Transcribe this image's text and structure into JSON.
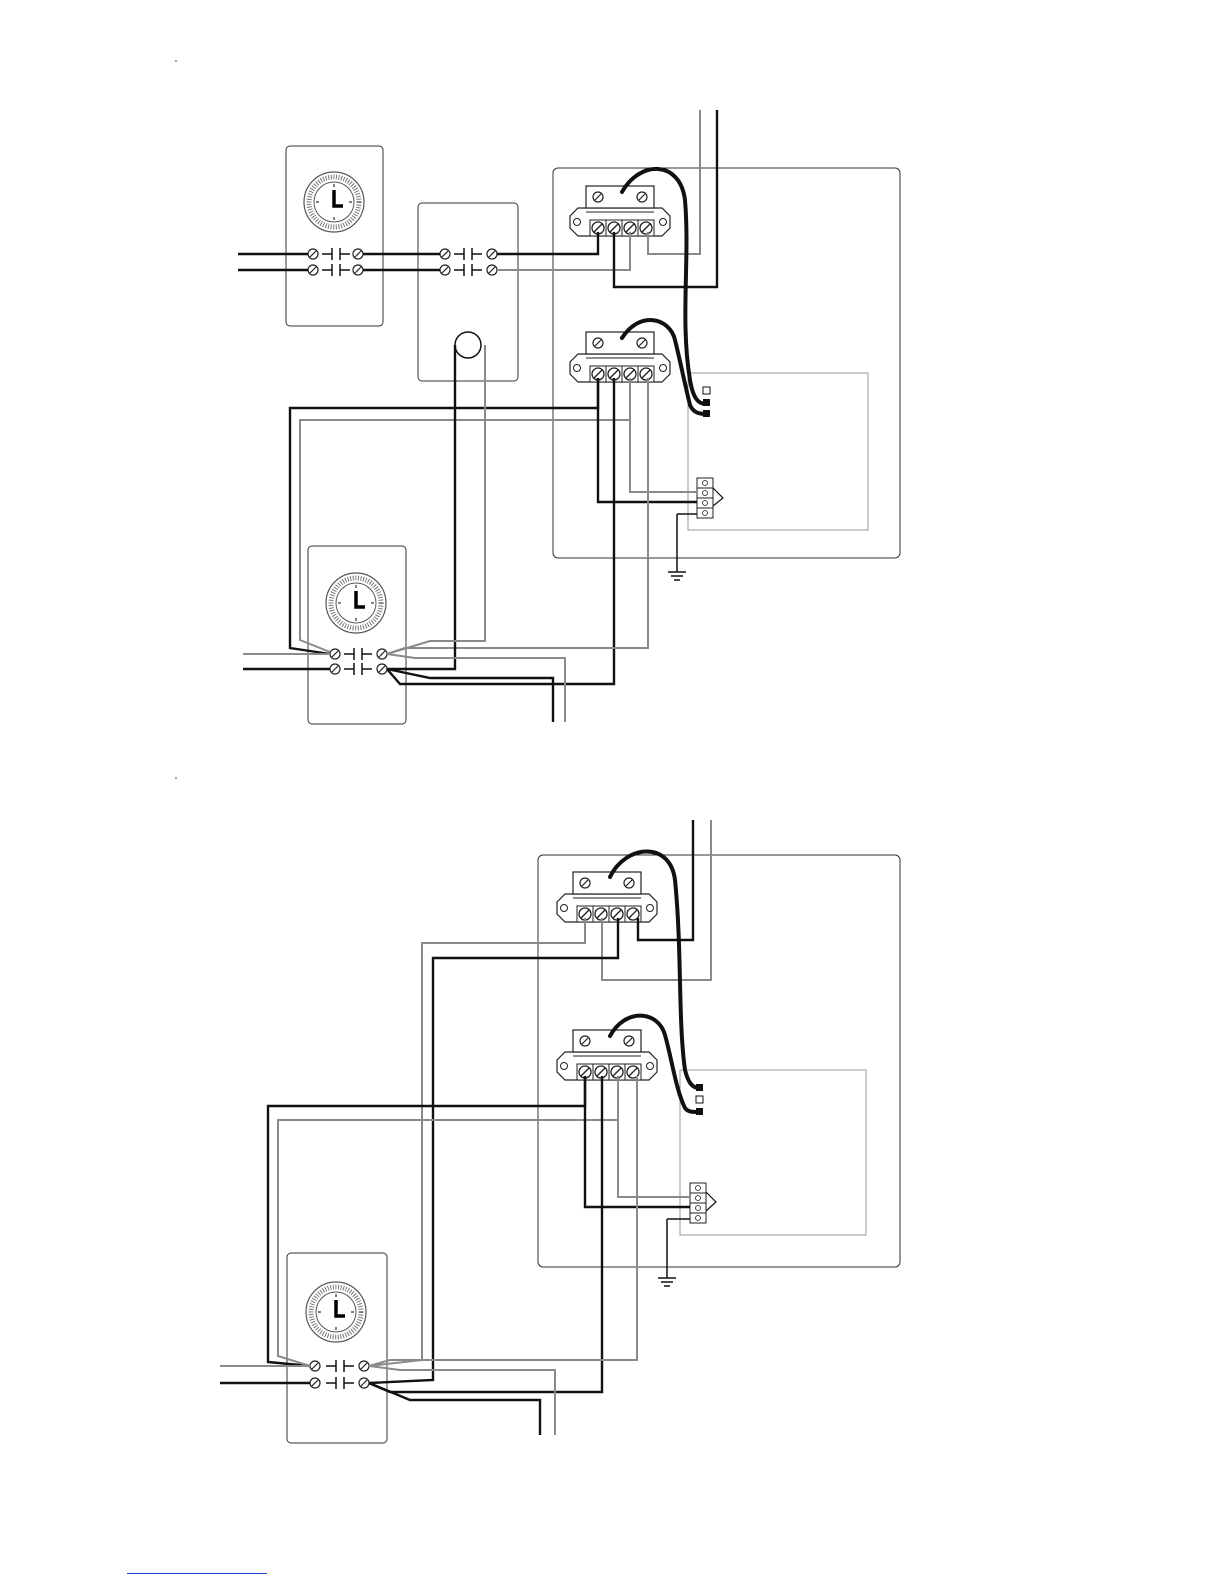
{
  "page": {
    "footnote_link_text": ""
  },
  "colors": {
    "line_wire": "#111111",
    "neutral_wire": "#8a8a8a",
    "link": "#1a3fd1"
  },
  "diagrams": [
    {
      "id": "top",
      "timers": 2,
      "relay_with_coil": true
    },
    {
      "id": "bottom",
      "timers": 1,
      "relay_with_coil": false
    }
  ],
  "icons": [
    "timer-clock-icon",
    "screw-terminal-icon",
    "ground-symbol-icon",
    "contact-switch-icon"
  ]
}
